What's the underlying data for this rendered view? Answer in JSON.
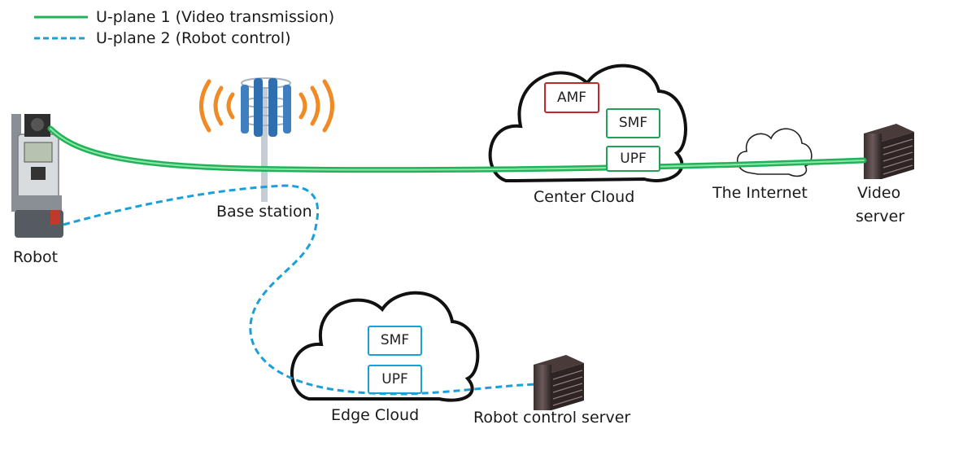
{
  "legend": [
    {
      "label": "U-plane 1 (Video transmission)",
      "style": "solid",
      "color": "#22b35a"
    },
    {
      "label": "U-plane 2 (Robot control)",
      "style": "dashed",
      "color": "#1aa0d8"
    }
  ],
  "nodes": {
    "robot": "Robot",
    "base_station": "Base station",
    "center_cloud": "Center Cloud",
    "internet": "The Internet",
    "video_server_line1": "Video",
    "video_server_line2": "server",
    "edge_cloud": "Edge Cloud",
    "robot_control_server": "Robot control server"
  },
  "center_cloud_functions": [
    {
      "name": "AMF",
      "color": "#c0272d"
    },
    {
      "name": "SMF",
      "color": "#22a05a"
    },
    {
      "name": "UPF",
      "color": "#22a05a"
    }
  ],
  "edge_cloud_functions": [
    {
      "name": "SMF",
      "color": "#1aa0d8"
    },
    {
      "name": "UPF",
      "color": "#1aa0d8"
    }
  ],
  "colors": {
    "video_path": "#22b35a",
    "control_path": "#1aa0d8",
    "signal_waves": "#f08a24",
    "antenna": "#3f7fc0"
  },
  "icons": [
    "robot-icon",
    "base-station-icon",
    "server-icon",
    "internet-cloud-icon"
  ]
}
